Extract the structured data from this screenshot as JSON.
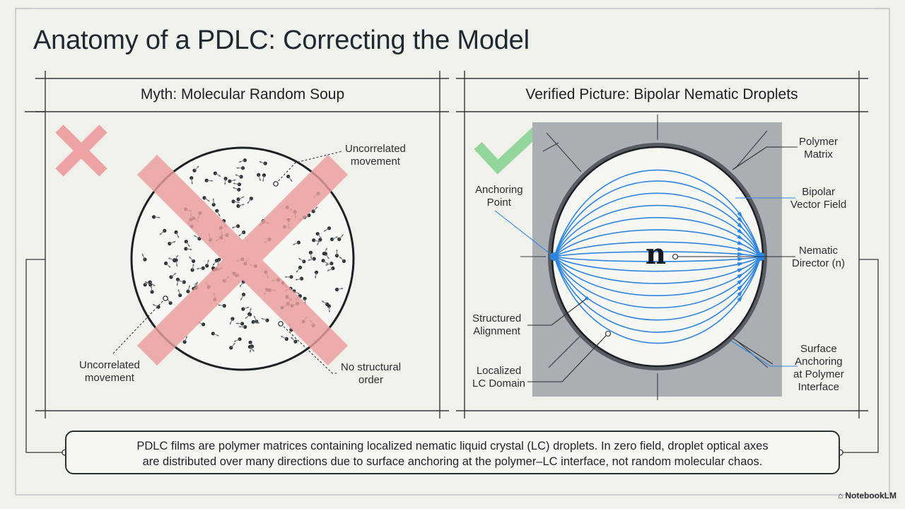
{
  "title": "Anatomy of a PDLC: Correcting the Model",
  "myth_panel": {
    "heading": "Myth: Molecular Random Soup",
    "labels": {
      "top_right": "Uncorrelated\nmovement",
      "bottom_left": "Uncorrelated\nmovement",
      "bottom_right": "No structural\norder"
    }
  },
  "verified_panel": {
    "heading": "Verified Picture: Bipolar Nematic Droplets",
    "director_symbol": "n",
    "labels": {
      "polymer_matrix": "Polymer\nMatrix",
      "bipolar_field": "Bipolar\nVector Field",
      "nematic_director": "Nematic\nDirector (n)",
      "surface_anchoring": "Surface\nAnchoring\nat Polymer\nInterface",
      "anchoring_point": "Anchoring\nPoint",
      "structured_alignment": "Structured\nAlignment",
      "localized_domain": "Localized\nLC Domain"
    }
  },
  "caption": {
    "line1": "PDLC films are polymer matrices containing localized nematic liquid crystal (LC) droplets. In zero field, droplet optical axes",
    "line2": "are distributed over many directions due to surface anchoring at the polymer–LC interface, not random molecular chaos."
  },
  "brand": "NotebookLM",
  "colors": {
    "background": "#f1f1ec",
    "cross_red": "#e8a0a0",
    "check_green": "#8fd49a",
    "field_blue": "#2f86e0",
    "matrix_gray": "#a9adb3"
  }
}
